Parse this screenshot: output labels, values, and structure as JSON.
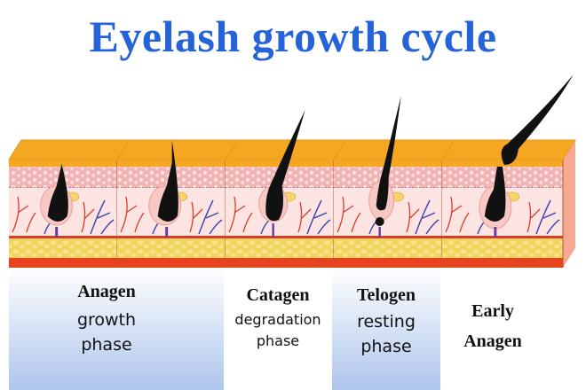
{
  "title": "Eyelash growth cycle",
  "colors": {
    "title": "#2563d9",
    "epidermis": "#f5a623",
    "dermis": "#f4c2c2",
    "fat": "#f2d45c",
    "base": "#e8431f",
    "vessel_red": "#d93b2a",
    "vessel_blue": "#3b3fb0",
    "hair": "#111111"
  },
  "phases": [
    {
      "id": "anagen-1",
      "name": "Anagen",
      "desc": [
        "growth",
        "phase"
      ]
    },
    {
      "id": "anagen-2"
    },
    {
      "id": "catagen",
      "name": "Catagen",
      "desc": [
        "degradation",
        "phase"
      ]
    },
    {
      "id": "telogen",
      "name": "Telogen",
      "desc": [
        "resting",
        "phase"
      ]
    },
    {
      "id": "early-anagen",
      "name": "Early\nAnagen"
    }
  ]
}
